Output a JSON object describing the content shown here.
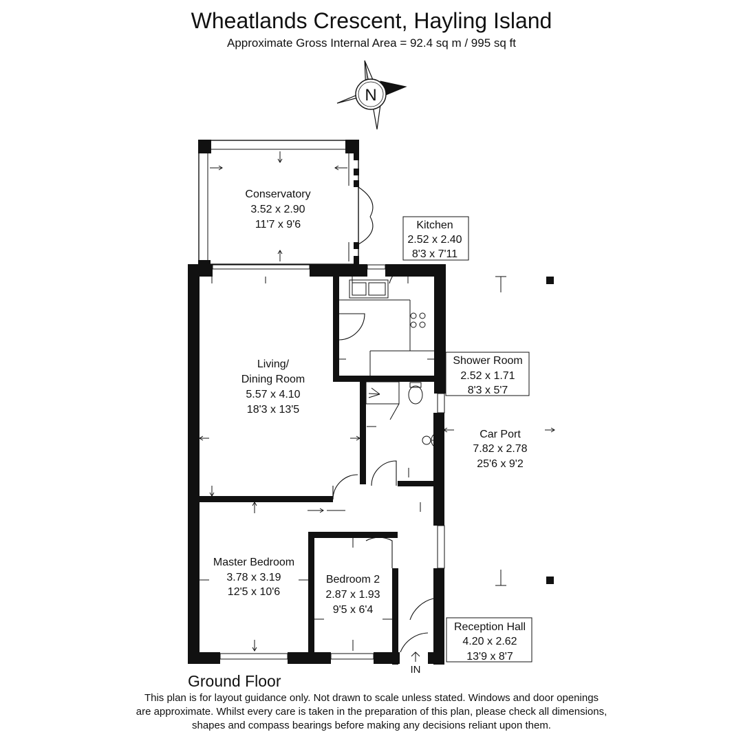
{
  "header": {
    "title": "Wheatlands Crescent, Hayling Island",
    "subtitle": "Approximate Gross Internal Area = 92.4 sq m / 995 sq ft"
  },
  "compass": {
    "label": "N"
  },
  "rooms": {
    "conservatory": {
      "name": "Conservatory",
      "metric": "3.52 x 2.90",
      "imperial": "11'7 x 9'6"
    },
    "kitchen": {
      "name": "Kitchen",
      "metric": "2.52 x 2.40",
      "imperial": "8'3 x 7'11"
    },
    "living": {
      "name_line1": "Living/",
      "name_line2": "Dining Room",
      "metric": "5.57 x 4.10",
      "imperial": "18'3 x 13'5"
    },
    "shower": {
      "name": "Shower Room",
      "metric": "2.52 x 1.71",
      "imperial": "8'3 x 5'7"
    },
    "carport": {
      "name": "Car Port",
      "metric": "7.82 x 2.78",
      "imperial": "25'6 x 9'2"
    },
    "master": {
      "name": "Master Bedroom",
      "metric": "3.78 x 3.19",
      "imperial": "12'5 x 10'6"
    },
    "bedroom2": {
      "name": "Bedroom 2",
      "metric": "2.87 x 1.93",
      "imperial": "9'5 x 6'4"
    },
    "reception": {
      "name": "Reception Hall",
      "metric": "4.20 x 2.62",
      "imperial": "13'9 x 8'7"
    }
  },
  "entrance": {
    "label": "IN"
  },
  "floor": {
    "label": "Ground Floor"
  },
  "disclaimer": {
    "line1": "This plan is for layout guidance only. Not drawn to scale unless stated. Windows and door openings",
    "line2": "are approximate. Whilst every care is taken in the preparation of this plan, please check all dimensions,",
    "line3": "shapes and compass bearings before making any decisions reliant upon them."
  }
}
